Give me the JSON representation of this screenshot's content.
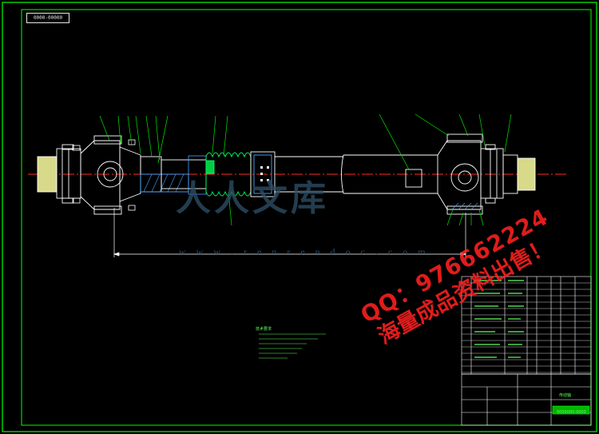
{
  "drawing": {
    "sheet_tag": "0000-00000",
    "title": "传动轴",
    "drawing_number": "0000000-0000",
    "requirements_title": "技术要求"
  },
  "watermark": {
    "logo": "人人文库",
    "site": "w w w . r e n r e n d o c . c o m"
  },
  "promo": {
    "qq_line": "QQ：976662224",
    "tagline": "海量成品资料出售！"
  },
  "colors": {
    "frame": "#00ff00",
    "outline": "#ffffff",
    "center_line": "#ff2a2a",
    "hatch": "#4aa3ff",
    "leader": "#00e600",
    "watermark": "#2e4f66",
    "promo": "#ff2020"
  }
}
